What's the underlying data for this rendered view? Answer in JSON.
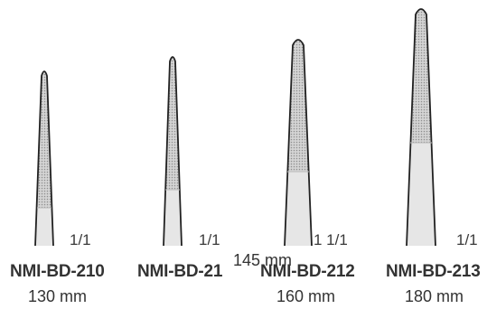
{
  "instruments": [
    {
      "model": "NMI-BD-210",
      "scale": "1/1",
      "length": "130 mm"
    },
    {
      "model": "NMI-BD-21",
      "scale": "1/1",
      "length": ""
    },
    {
      "model": "NMI-BD-212",
      "scale": "1 1/1",
      "length": "160 mm"
    },
    {
      "model": "NMI-BD-213",
      "scale": "1/1",
      "length": "180 mm"
    }
  ],
  "overlay_length": "145 mm",
  "colors": {
    "outline": "#222222",
    "shaft_fill": "#e6e6e6",
    "knurl_dot": "#9a9a9a",
    "knurl_bg": "#d9d9d9",
    "text": "#333333"
  }
}
